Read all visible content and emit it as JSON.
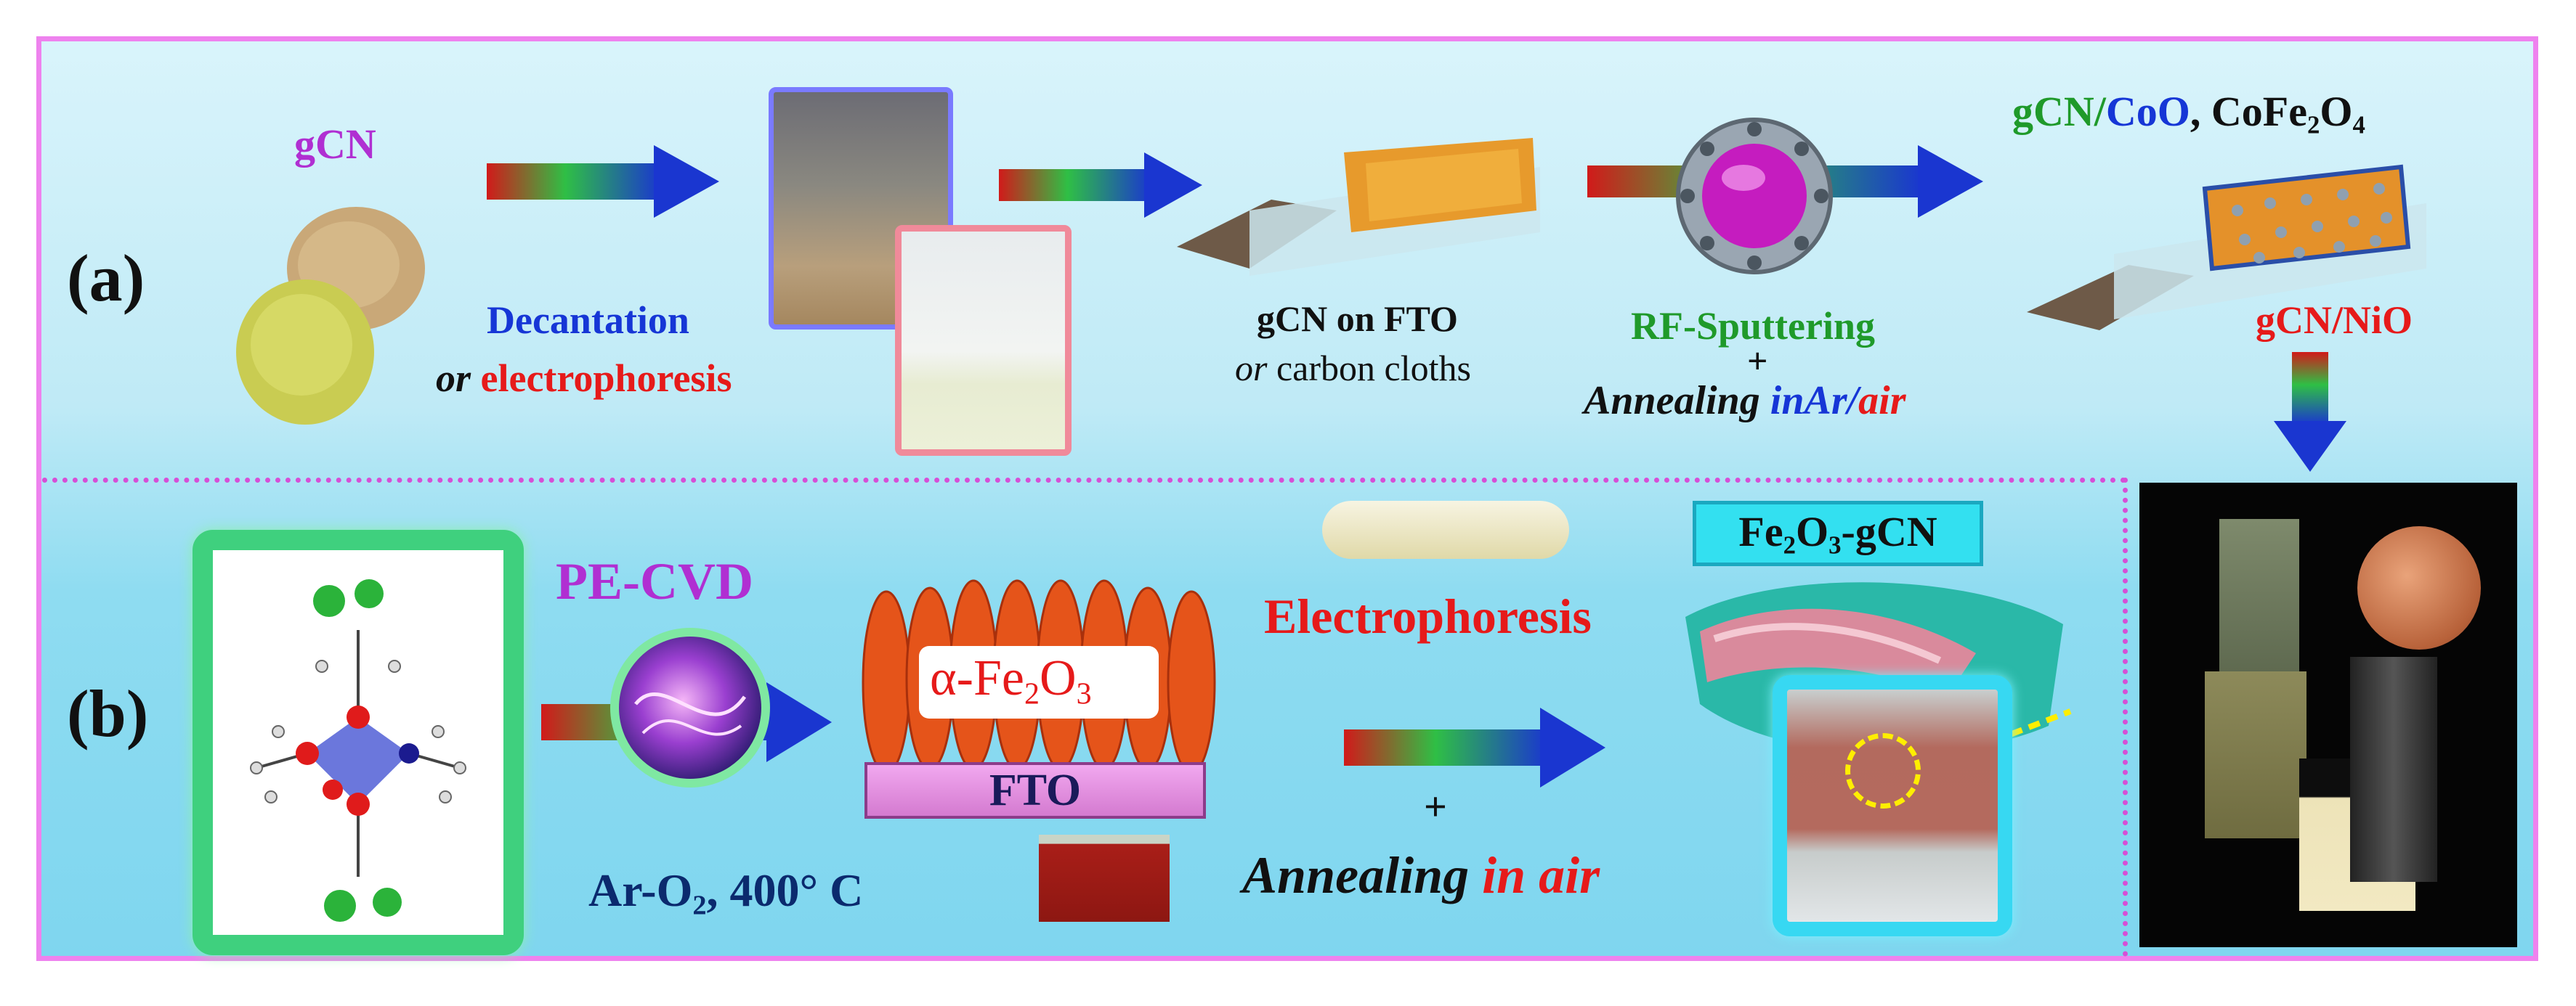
{
  "panels": {
    "a": {
      "label": "(a)",
      "precursor": "gCN",
      "step1": {
        "line1": "Decantation",
        "line2_prefix": "or",
        "line2_main": "electrophoresis"
      },
      "step2": {
        "line1": "gCN on FTO",
        "line2_prefix": "or",
        "line2_main": "carbon cloths"
      },
      "step3": {
        "line1": "RF-Sputtering",
        "plus": "+",
        "line2_main": "Annealing",
        "line2_in": "in",
        "line2_ar": "Ar/",
        "line2_air": "air"
      },
      "product": {
        "part1": "gCN/",
        "part2": "CoO",
        "part3": ", CoFe",
        "sub2": "2",
        "part4": "O",
        "sub4": "4"
      },
      "product2": "gCN/NiO"
    },
    "b": {
      "label": "(b)",
      "method": "PE-CVD",
      "conditions": {
        "prefix": "Ar-O",
        "sub": "2",
        "suffix": ", 400° C"
      },
      "hematite": {
        "greek": "α-Fe",
        "sub2": "2",
        "o": "O",
        "sub3": "3"
      },
      "substrate": "FTO",
      "step": "Electrophoresis",
      "plus": "+",
      "annealing": {
        "main": "Annealing",
        "in_air": "in air"
      },
      "product": {
        "fe": "Fe",
        "sub2": "2",
        "o": "O",
        "sub3": "3",
        "suffix": "-gCN"
      }
    }
  },
  "colors": {
    "frame": "#ee82ee",
    "green": "#1f9a2a",
    "blue": "#1636d6",
    "red": "#e61a1a",
    "purple": "#b02fd2",
    "navy": "#0b2a6e"
  }
}
